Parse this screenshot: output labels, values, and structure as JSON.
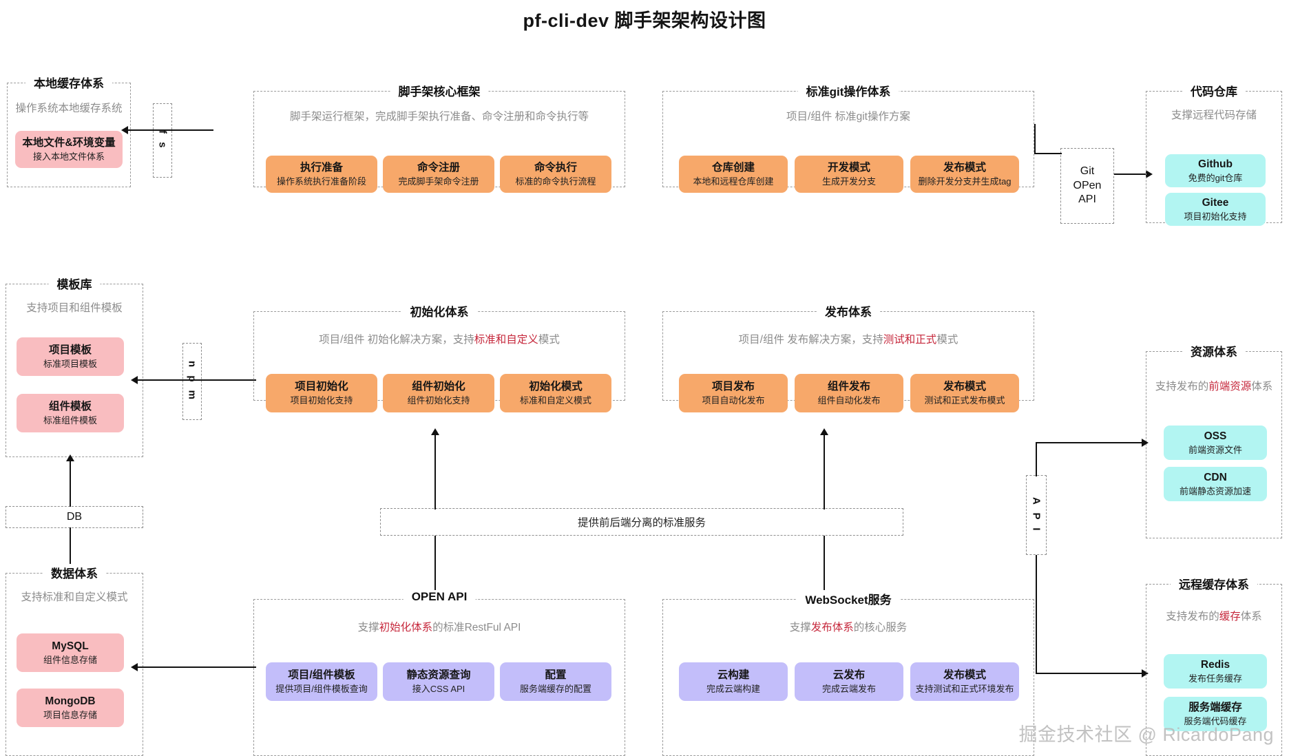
{
  "title": "pf-cli-dev 脚手架架构设计图",
  "watermark": "掘金技术社区 @ RicardoPang",
  "colors": {
    "orange": "#f7a86a",
    "pink": "#f9bdc0",
    "cyan": "#b2f5f2",
    "purple": "#c3befa",
    "highlight": "#c6283c",
    "dashed_border": "#9a9a9a",
    "subtitle": "#8c8c8c",
    "connector": "#111111"
  },
  "groups": {
    "local_cache": {
      "title": "本地缓存体系",
      "subtitle": "操作系统本地缓存系统",
      "cards": [
        {
          "title": "本地文件&环境变量",
          "subtitle": "接入本地文件体系",
          "color": "pink"
        }
      ]
    },
    "core_framework": {
      "title": "脚手架核心框架",
      "subtitle": "脚手架运行框架，完成脚手架执行准备、命令注册和命令执行等",
      "cards": [
        {
          "title": "执行准备",
          "subtitle": "操作系统执行准备阶段",
          "color": "orange"
        },
        {
          "title": "命令注册",
          "subtitle": "完成脚手架命令注册",
          "color": "orange"
        },
        {
          "title": "命令执行",
          "subtitle": "标准的命令执行流程",
          "color": "orange"
        }
      ]
    },
    "git_ops": {
      "title": "标准git操作体系",
      "subtitle": "项目/组件 标准git操作方案",
      "cards": [
        {
          "title": "仓库创建",
          "subtitle": "本地和远程仓库创建",
          "color": "orange"
        },
        {
          "title": "开发模式",
          "subtitle": "生成开发分支",
          "color": "orange"
        },
        {
          "title": "发布模式",
          "subtitle": "删除开发分支并生成tag",
          "color": "orange"
        }
      ]
    },
    "code_repo": {
      "title": "代码仓库",
      "subtitle": "支撑远程代码存储",
      "cards": [
        {
          "title": "Github",
          "subtitle": "免费的git仓库",
          "color": "cyan"
        },
        {
          "title": "Gitee",
          "subtitle": "项目初始化支持",
          "color": "cyan"
        }
      ]
    },
    "template_lib": {
      "title": "模板库",
      "subtitle": "支持项目和组件模板",
      "cards": [
        {
          "title": "项目模板",
          "subtitle": "标准项目模板",
          "color": "pink"
        },
        {
          "title": "组件模板",
          "subtitle": "标准组件模板",
          "color": "pink"
        }
      ]
    },
    "init_system": {
      "title": "初始化体系",
      "subtitle_parts": [
        {
          "text": "项目/组件 初始化解决方案，支持",
          "highlight": false
        },
        {
          "text": "标准和自定义",
          "highlight": true
        },
        {
          "text": "模式",
          "highlight": false
        }
      ],
      "cards": [
        {
          "title": "项目初始化",
          "subtitle": "项目初始化支持",
          "color": "orange"
        },
        {
          "title": "组件初始化",
          "subtitle": "组件初始化支持",
          "color": "orange"
        },
        {
          "title": "初始化模式",
          "subtitle": "标准和自定义模式",
          "color": "orange"
        }
      ]
    },
    "publish_system": {
      "title": "发布体系",
      "subtitle_parts": [
        {
          "text": "项目/组件 发布解决方案，支持",
          "highlight": false
        },
        {
          "text": "测试和正式",
          "highlight": true
        },
        {
          "text": "模式",
          "highlight": false
        }
      ],
      "cards": [
        {
          "title": "项目发布",
          "subtitle": "项目自动化发布",
          "color": "orange"
        },
        {
          "title": "组件发布",
          "subtitle": "组件自动化发布",
          "color": "orange"
        },
        {
          "title": "发布模式",
          "subtitle": "测试和正式发布模式",
          "color": "orange"
        }
      ]
    },
    "resource_system": {
      "title": "资源体系",
      "subtitle_parts": [
        {
          "text": "支持发布的",
          "highlight": false
        },
        {
          "text": "前端资源",
          "highlight": true
        },
        {
          "text": "体系",
          "highlight": false
        }
      ],
      "cards": [
        {
          "title": "OSS",
          "subtitle": "前端资源文件",
          "color": "cyan"
        },
        {
          "title": "CDN",
          "subtitle": "前端静态资源加速",
          "color": "cyan"
        }
      ]
    },
    "data_system": {
      "title": "数据体系",
      "subtitle": "支持标准和自定义模式",
      "cards": [
        {
          "title": "MySQL",
          "subtitle": "组件信息存储",
          "color": "pink"
        },
        {
          "title": "MongoDB",
          "subtitle": "项目信息存储",
          "color": "pink"
        }
      ]
    },
    "open_api": {
      "title": "OPEN API",
      "subtitle_parts": [
        {
          "text": "支撑",
          "highlight": false
        },
        {
          "text": "初始化体系",
          "highlight": true
        },
        {
          "text": "的标准RestFul API",
          "highlight": false
        }
      ],
      "cards": [
        {
          "title": "项目/组件模板",
          "subtitle": "提供项目/组件模板查询",
          "color": "purple"
        },
        {
          "title": "静态资源查询",
          "subtitle": "接入CSS API",
          "color": "purple"
        },
        {
          "title": "配置",
          "subtitle": "服务端缓存的配置",
          "color": "purple"
        }
      ]
    },
    "websocket_service": {
      "title": "WebSocket服务",
      "subtitle_parts": [
        {
          "text": "支撑",
          "highlight": false
        },
        {
          "text": "发布体系",
          "highlight": true
        },
        {
          "text": "的核心服务",
          "highlight": false
        }
      ],
      "cards": [
        {
          "title": "云构建",
          "subtitle": "完成云端构建",
          "color": "purple"
        },
        {
          "title": "云发布",
          "subtitle": "完成云端发布",
          "color": "purple"
        },
        {
          "title": "发布模式",
          "subtitle": "支持测试和正式环境发布",
          "color": "purple"
        }
      ]
    },
    "remote_cache": {
      "title": "远程缓存体系",
      "subtitle_parts": [
        {
          "text": "支持发布的",
          "highlight": false
        },
        {
          "text": "缓存",
          "highlight": true
        },
        {
          "text": "体系",
          "highlight": false
        }
      ],
      "cards": [
        {
          "title": "Redis",
          "subtitle": "发布任务缓存",
          "color": "cyan"
        },
        {
          "title": "服务端缓存",
          "subtitle": "服务端代码缓存",
          "color": "cyan"
        }
      ]
    }
  },
  "edge_labels": {
    "fs": "f s",
    "npm": "n p m",
    "git_open_api": "Git OPen API",
    "api": "A P I",
    "db": "DB",
    "service_bar": "提供前后端分离的标准服务"
  }
}
